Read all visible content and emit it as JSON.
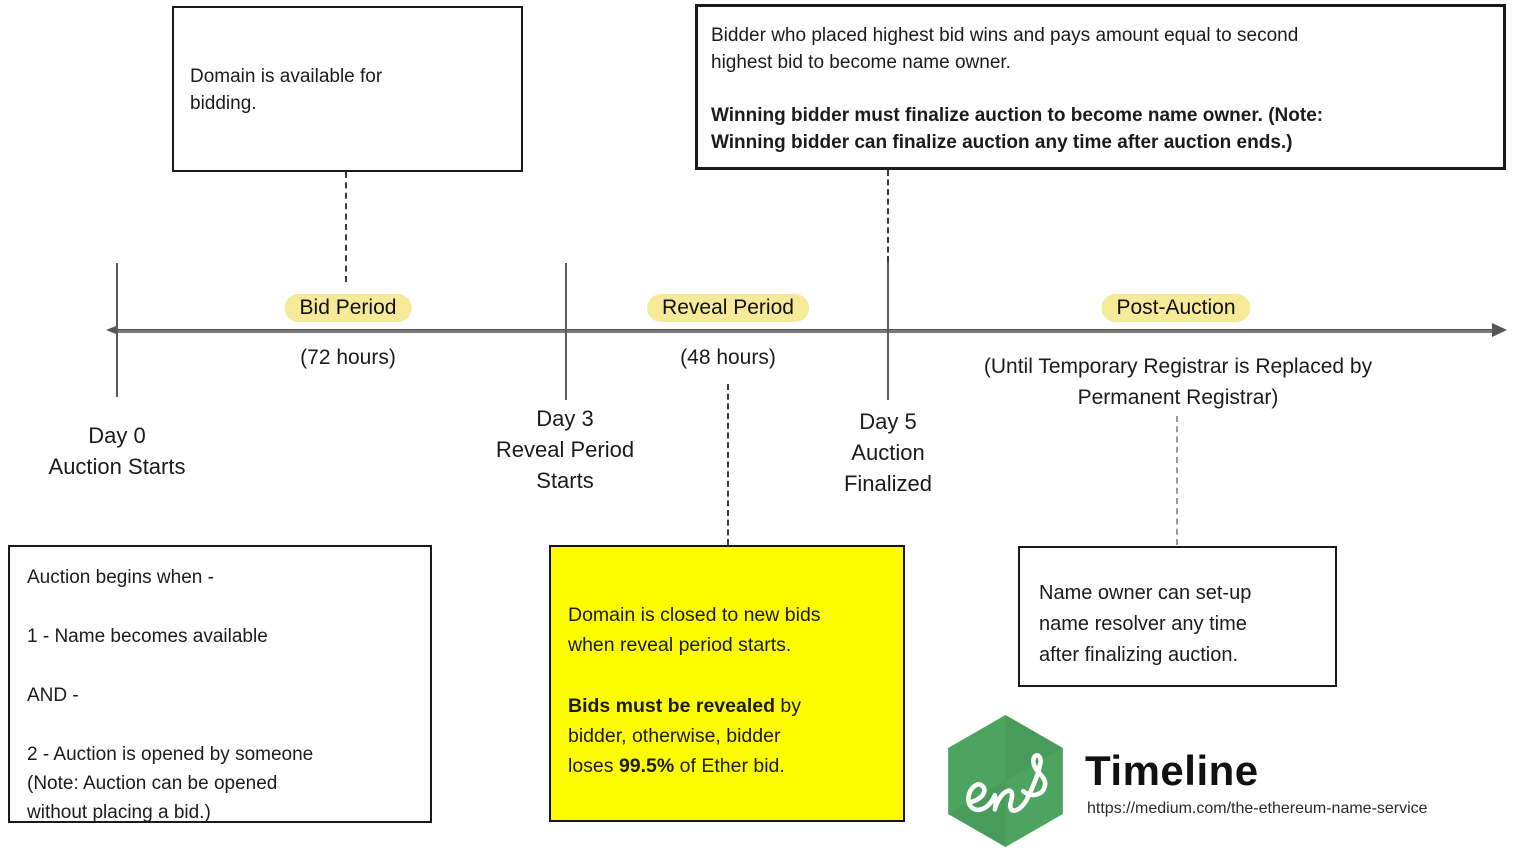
{
  "boxes": {
    "top_left": {
      "lines": [
        "Domain is available for",
        "bidding."
      ]
    },
    "top_right": {
      "para1_lines": [
        "Bidder who placed highest bid wins and pays amount equal to second",
        "highest bid to become name owner."
      ],
      "para2_lines": [
        "Winning bidder must finalize auction to become name owner. (Note:",
        "Winning bidder can finalize auction any time after auction ends.)"
      ]
    },
    "bottom_left": {
      "paragraphs": [
        [
          "Auction begins when -"
        ],
        [
          "1 - Name becomes available"
        ],
        [
          "AND -"
        ],
        [
          "2 - Auction is opened by someone",
          "(Note: Auction can be opened",
          "without placing a bid.)"
        ]
      ]
    },
    "reveal_note": {
      "para1_lines": [
        "Domain is closed to new bids",
        "when reveal period starts."
      ],
      "para2_parts": [
        {
          "t": "Bids must be revealed",
          "b": true
        },
        {
          "t": " by",
          "nl": true
        },
        {
          "t": "bidder, otherwise, bidder",
          "nl": true
        },
        {
          "t": "loses "
        },
        {
          "t": "99.5%",
          "b": true
        },
        {
          "t": " of Ether bid."
        }
      ]
    },
    "bottom_right": {
      "lines": [
        "Name owner can set-up",
        "name resolver any time",
        "after finalizing auction."
      ]
    }
  },
  "timeline": {
    "phases": [
      {
        "label": "Bid Period",
        "duration": "(72 hours)"
      },
      {
        "label": "Reveal Period",
        "duration": "(48 hours)"
      },
      {
        "label": "Post-Auction",
        "duration_lines": [
          "(Until Temporary Registrar is Replaced by",
          "Permanent Registrar)"
        ]
      }
    ],
    "milestones": [
      {
        "lines": [
          "Day 0",
          "Auction Starts"
        ]
      },
      {
        "lines": [
          "Day 3",
          "Reveal Period",
          "Starts"
        ]
      },
      {
        "lines": [
          "Day 5",
          "Auction",
          "Finalized"
        ]
      }
    ]
  },
  "branding": {
    "logo_text": "ens",
    "title": "Timeline",
    "url": "https://medium.com/the-ethereum-name-service"
  },
  "colors": {
    "ens_green": "#4ca45f",
    "highlight_yellow": "#f6ea99",
    "note_yellow": "#fdfd00",
    "line_gray": "#5a5a5a"
  }
}
